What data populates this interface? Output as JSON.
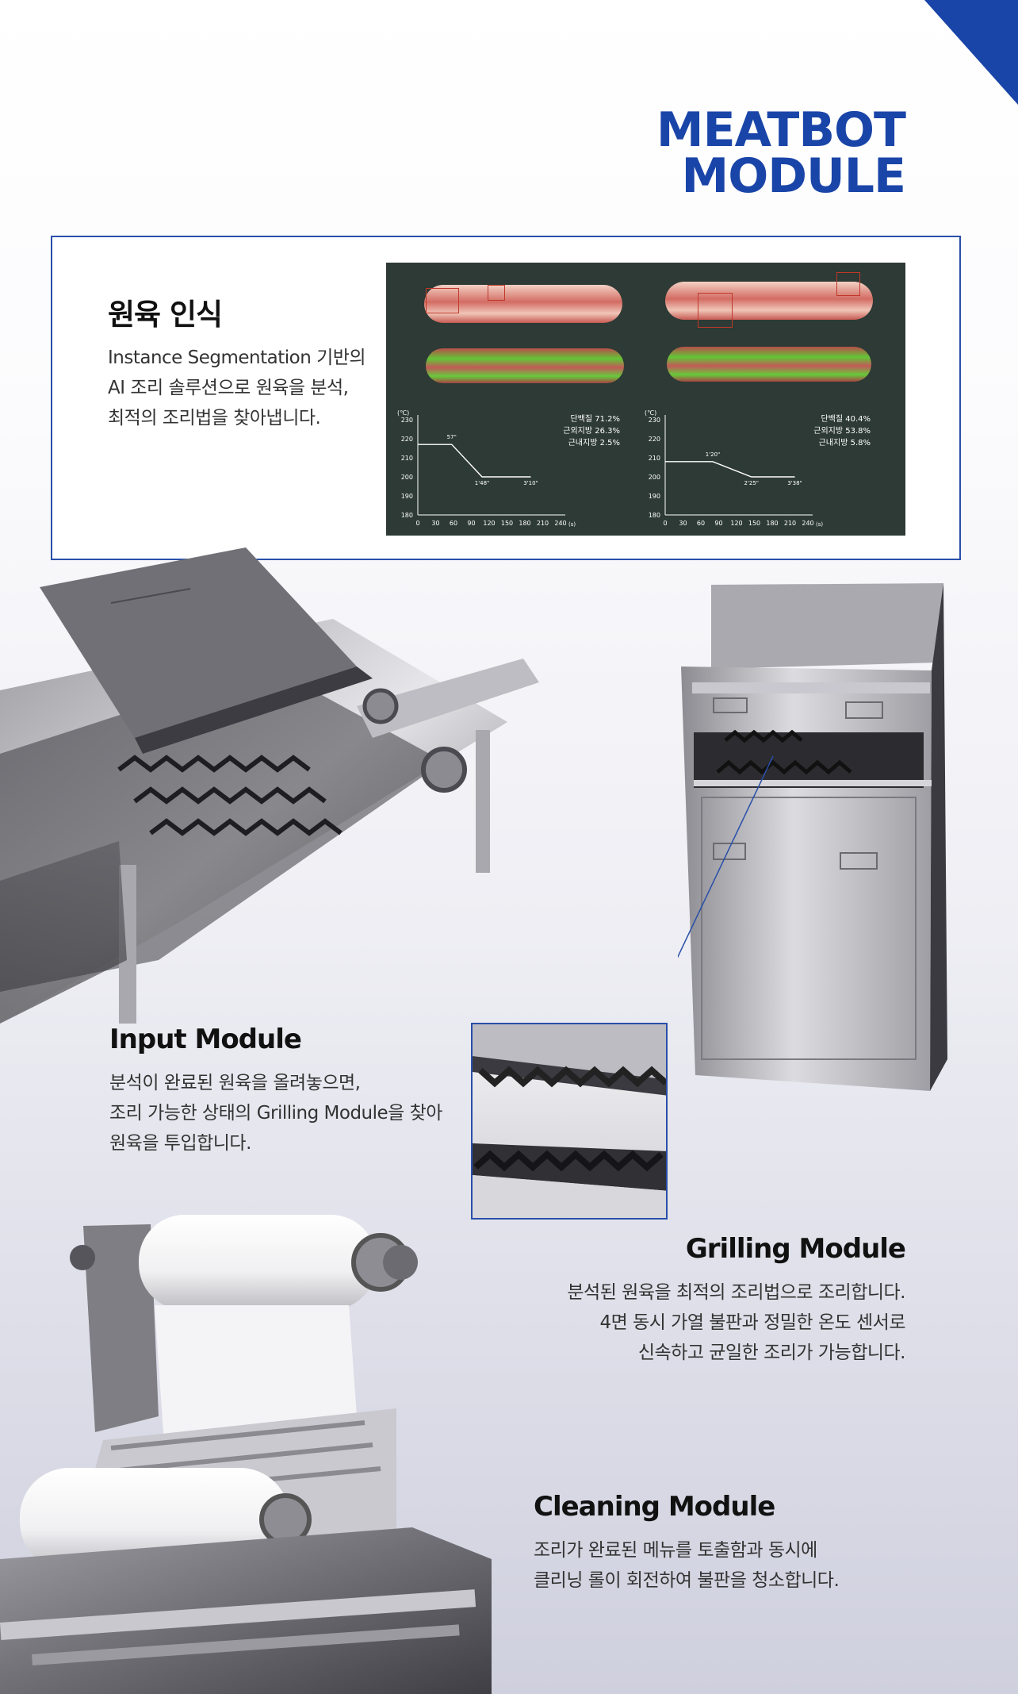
{
  "brand": {
    "line1": "MEATBOT",
    "line2": "MODULE",
    "color": "#1a45a8"
  },
  "recognition": {
    "title": "원육 인식",
    "desc": [
      "Instance Segmentation 기반의",
      "AI 조리 솔루션으로 원육을 분석,",
      "최적의 조리법을 찾아냅니다."
    ]
  },
  "chart_data": [
    {
      "type": "line",
      "ylabel": "(℃)",
      "xlabel": "(s)",
      "x_ticks": [
        "0",
        "30",
        "60",
        "90",
        "120",
        "150",
        "180",
        "210",
        "240"
      ],
      "y_ticks": [
        "230",
        "220",
        "210",
        "200",
        "190",
        "180"
      ],
      "xlim": [
        0,
        240
      ],
      "ylim": [
        180,
        230
      ],
      "x": [
        0,
        57,
        108,
        190
      ],
      "y": [
        217,
        217,
        200,
        200
      ],
      "annotations": [
        "57\"",
        "1'48\"",
        "3'10\""
      ],
      "stats": [
        "단백질 71.2%",
        "근외지방 26.3%",
        "근내지방 2.5%"
      ]
    },
    {
      "type": "line",
      "ylabel": "(℃)",
      "xlabel": "(s)",
      "x_ticks": [
        "0",
        "30",
        "60",
        "90",
        "120",
        "150",
        "180",
        "210",
        "240"
      ],
      "y_ticks": [
        "230",
        "220",
        "210",
        "200",
        "190",
        "180"
      ],
      "xlim": [
        0,
        240
      ],
      "ylim": [
        180,
        230
      ],
      "x": [
        0,
        80,
        145,
        218
      ],
      "y": [
        208,
        208,
        200,
        200
      ],
      "annotations": [
        "1'20\"",
        "2'25\"",
        "3'38\""
      ],
      "stats": [
        "단백질 40.4%",
        "근외지방 53.8%",
        "근내지방 5.8%"
      ]
    }
  ],
  "input_module": {
    "title": "Input Module",
    "desc": [
      "분석이 완료된 원육을 올려놓으면,",
      "조리 가능한 상태의 Grilling Module을 찾아",
      "원육을 투입합니다."
    ]
  },
  "grilling_module": {
    "title": "Grilling Module",
    "desc": [
      "분석된 원육을 최적의 조리법으로 조리합니다.",
      "4면 동시 가열 불판과 정밀한 온도 센서로",
      "신속하고 균일한 조리가 가능합니다."
    ]
  },
  "cleaning_module": {
    "title": "Cleaning Module",
    "desc": [
      "조리가 완료된 메뉴를 토출함과 동시에",
      "클리닝 롤이 회전하여 불판을 청소합니다."
    ]
  }
}
